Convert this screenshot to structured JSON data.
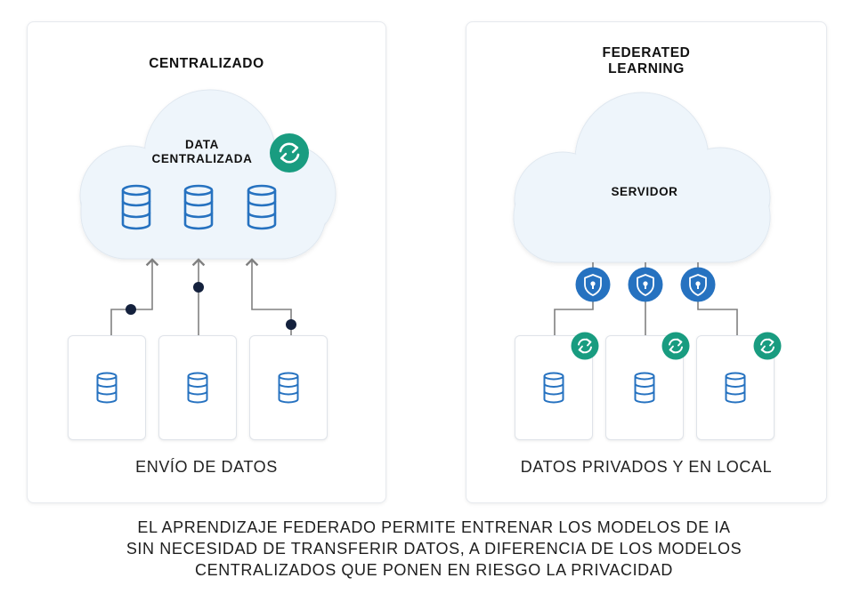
{
  "left_panel": {
    "title": "CENTRALIZADO",
    "cloud_label_line1": "DATA",
    "cloud_label_line2": "CENTRALIZADA",
    "caption": "ENVÍO DE DATOS"
  },
  "right_panel": {
    "title_line1": "FEDERATED",
    "title_line2": "LEARNING",
    "cloud_label": "SERVIDOR",
    "caption": "DATOS PRIVADOS Y EN LOCAL"
  },
  "footer": {
    "line1": "EL APRENDIZAJE FEDERADO PERMITE ENTRENAR LOS MODELOS DE IA",
    "line2": "SIN NECESIDAD DE TRANSFERIR DATOS, A DIFERENCIA DE LOS MODELOS",
    "line3": "CENTRALIZADOS QUE PONEN EN RIESGO LA PRIVACIDAD"
  },
  "colors": {
    "cloud_fill": "#eef5fb",
    "database_blue": "#2672c0",
    "sync_green": "#199c80",
    "shield_blue": "#2672c0",
    "connector_gray": "#808080",
    "dot_navy": "#14213d"
  },
  "icons": [
    "database-icon",
    "sync-icon",
    "shield-lock-icon",
    "arrow-up-icon"
  ]
}
